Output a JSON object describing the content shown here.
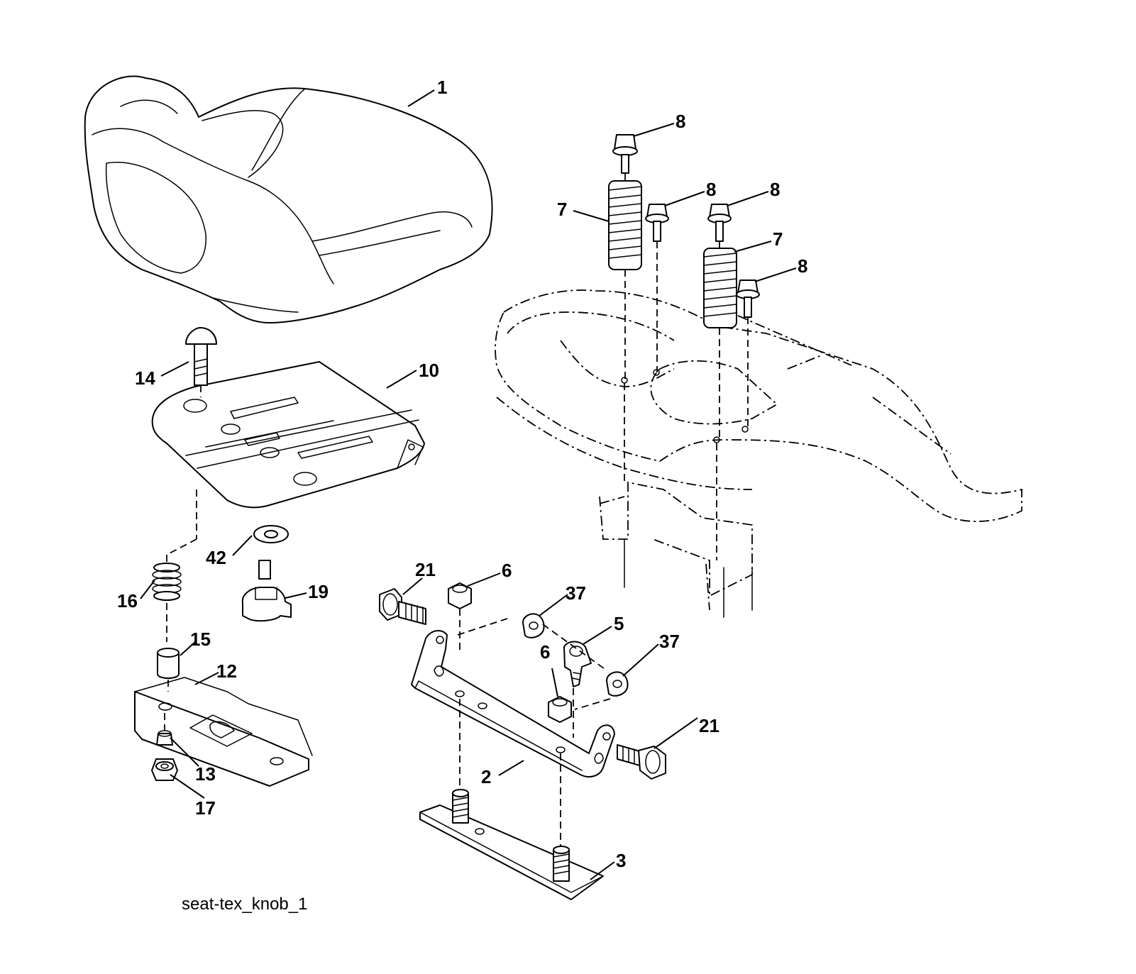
{
  "callouts": [
    "1",
    "8",
    "8",
    "8",
    "7",
    "7",
    "8",
    "14",
    "10",
    "42",
    "19",
    "16",
    "21",
    "6",
    "37",
    "5",
    "37",
    "6",
    "15",
    "12",
    "13",
    "17",
    "21",
    "2",
    "3"
  ],
  "caption": "seat-tex_knob_1"
}
